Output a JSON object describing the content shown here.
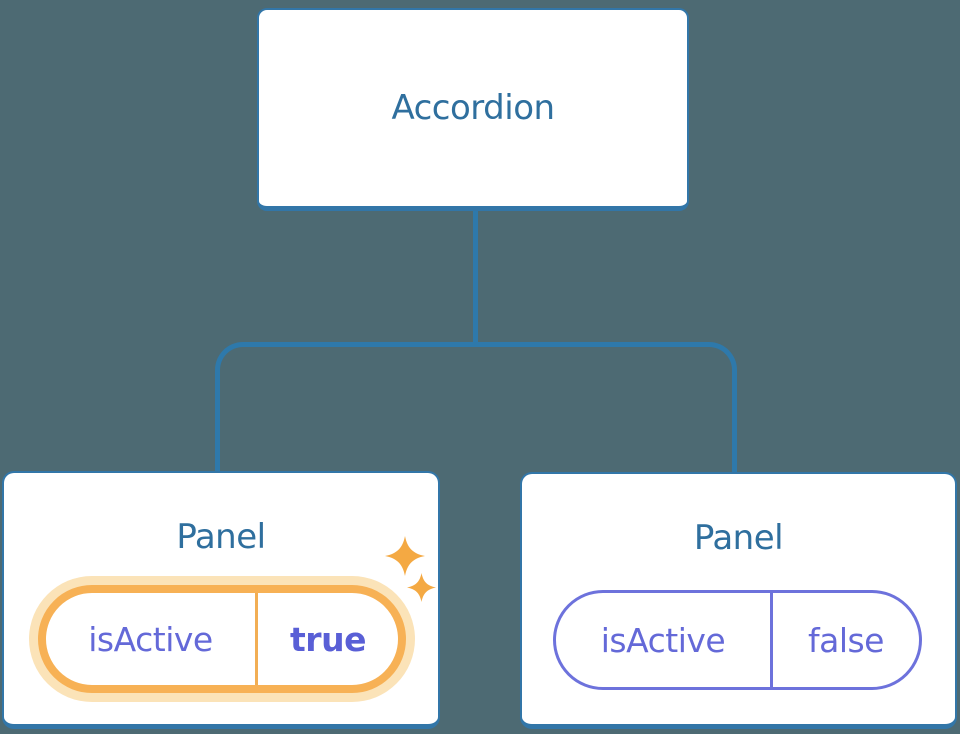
{
  "diagram": {
    "description": "Component tree: Accordion parent passing isActive prop to two Panel children",
    "root_node": {
      "label": "Accordion"
    },
    "panels": [
      {
        "title": "Panel",
        "prop": {
          "name": "isActive",
          "value": "true"
        },
        "state": "active",
        "highlighted": true
      },
      {
        "title": "Panel",
        "prop": {
          "name": "isActive",
          "value": "false"
        },
        "state": "inactive",
        "highlighted": false
      }
    ],
    "colors": {
      "background": "#4d6a73",
      "connector_line": "#2e79ab",
      "node_border": "#3276a8",
      "node_title_text": "#2f6f9e",
      "prop_text": "#6469d8",
      "prop_value_active_text": "#595fd6",
      "active_pill_border": "#f7b155",
      "active_pill_halo": "#fbe3b8",
      "active_pill_divider": "#f2ae54",
      "inactive_pill_border": "#6d72dc",
      "sparkle": "#f4a943"
    }
  }
}
